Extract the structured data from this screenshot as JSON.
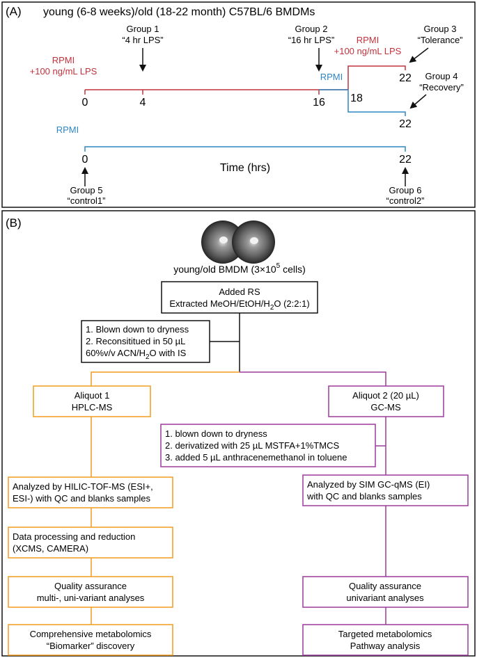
{
  "colors": {
    "red": "#c2323c",
    "blue": "#2f86c2",
    "orange": "#f29b1d",
    "purple": "#9b3a9b",
    "black": "#111111"
  },
  "panelA": {
    "label": "(A)",
    "title": "young (6-8 weeks)/old (18-22 month) C57BL/6 BMDMs",
    "group1": {
      "line1": "Group 1",
      "line2": "“4 hr LPS”"
    },
    "group2": {
      "line1": "Group 2",
      "line2": "“16 hr LPS”"
    },
    "group3": {
      "line1": "Group 3",
      "line2": "“Tolerance”"
    },
    "group4": {
      "line1": "Group 4",
      "line2": "“Recovery”"
    },
    "group5": {
      "line1": "Group 5",
      "line2": "“control1”"
    },
    "group6": {
      "line1": "Group 6",
      "line2": "“control2”"
    },
    "rpmi_lps_left": {
      "line1": "RPMI",
      "line2": "+100 ng/mL LPS"
    },
    "rpmi_lps_right": {
      "line1": "RPMI",
      "line2": "+100 ng/mL LPS"
    },
    "rpmi_blue_mid": "RPMI",
    "rpmi_blue_bottom": "RPMI",
    "ticks": {
      "t0": "0",
      "t4": "4",
      "t16": "16",
      "t18": "18",
      "t22a": "22",
      "t22b": "22",
      "c0": "0",
      "c22": "22"
    },
    "time_label": "Time (hrs)"
  },
  "panelB": {
    "label": "(B)",
    "cells_caption": "young/old BMDM (3×10",
    "cells_sup": "5",
    "cells_tail": " cells)",
    "extract_box": {
      "line1": "Added RS",
      "line2a": "Extracted MeOH/EtOH/H",
      "sub": "2",
      "line2b": "O (2:2:1)"
    },
    "blown_box": {
      "line1": "1. Blown down to dryness",
      "line2": "2. Reconsititued in 50 µL",
      "line3a": "60%v/v ACN/H",
      "sub": "2",
      "line3b": "O with IS"
    },
    "aliquot1": {
      "line1": "Aliquot 1",
      "line2": "HPLC-MS"
    },
    "aliquot2": {
      "line1": "Aliquot 2 (20 µL)",
      "line2": "GC-MS"
    },
    "deriv_box": {
      "line1": "1. blown down to dryness",
      "line2": "2. derivatized with 25 µL MSTFA+1%TMCS",
      "line3": "3. added 5 µL anthracenemethanol in toluene"
    },
    "left_steps": [
      {
        "line1": "Analyzed by HILIC-TOF-MS (ESI+,",
        "line2": "ESI-) with QC and blanks samples"
      },
      {
        "line1": "Data processing and reduction",
        "line2": "(XCMS, CAMERA)"
      },
      {
        "line1": "Quality assurance",
        "line2": "multi-, uni-variant analyses"
      },
      {
        "line1": "Comprehensive metabolomics",
        "line2": "“Biomarker” discovery"
      }
    ],
    "right_steps": [
      {
        "line1": "Analyzed by SIM GC-qMS (EI)",
        "line2": "with QC and blanks samples"
      },
      {
        "line1": "Quality assurance",
        "line2": "univariant analyses"
      },
      {
        "line1": "Targeted metabolomics",
        "line2": "Pathway analysis"
      }
    ]
  }
}
